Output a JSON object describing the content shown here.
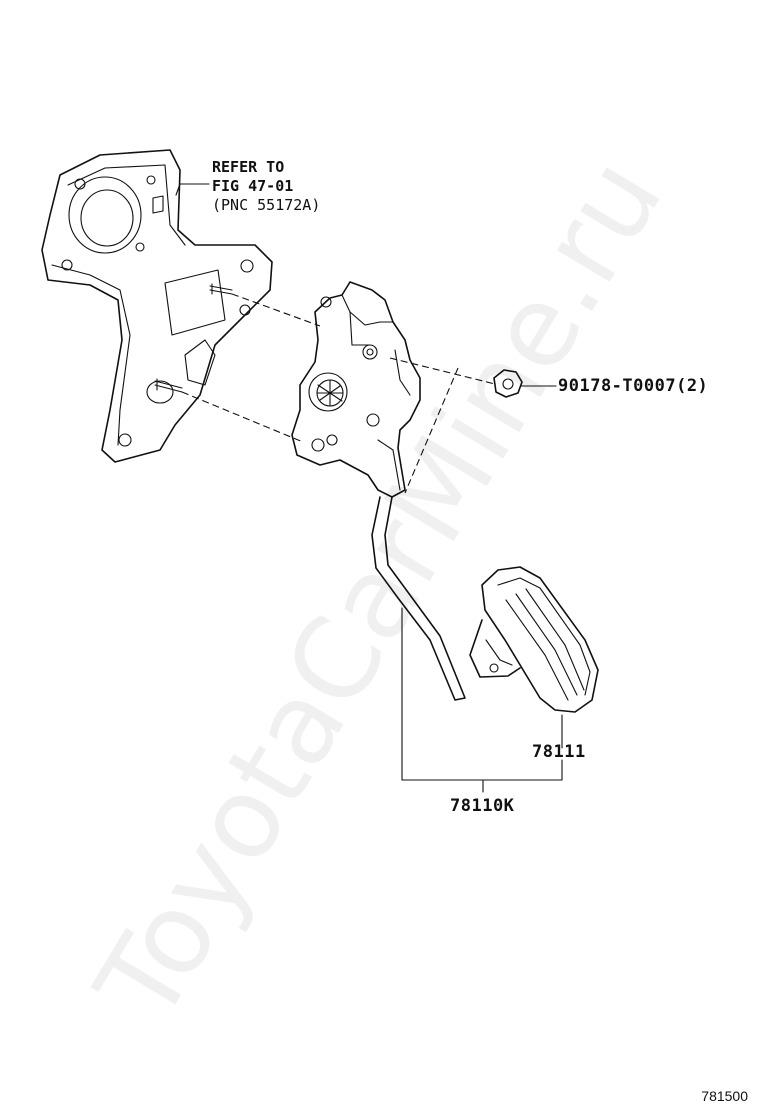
{
  "labels": {
    "refer_line1": "REFER TO",
    "refer_line2": "FIG 47-01",
    "refer_line3": "(PNC 55172A)",
    "nut_part": "90178-T0007(2)",
    "pad_part": "78111",
    "assembly_part": "78110K"
  },
  "watermark": "ToyotaCarMine.ru",
  "diagram_code": "781500",
  "colors": {
    "ink": "#111111",
    "background": "#ffffff"
  }
}
